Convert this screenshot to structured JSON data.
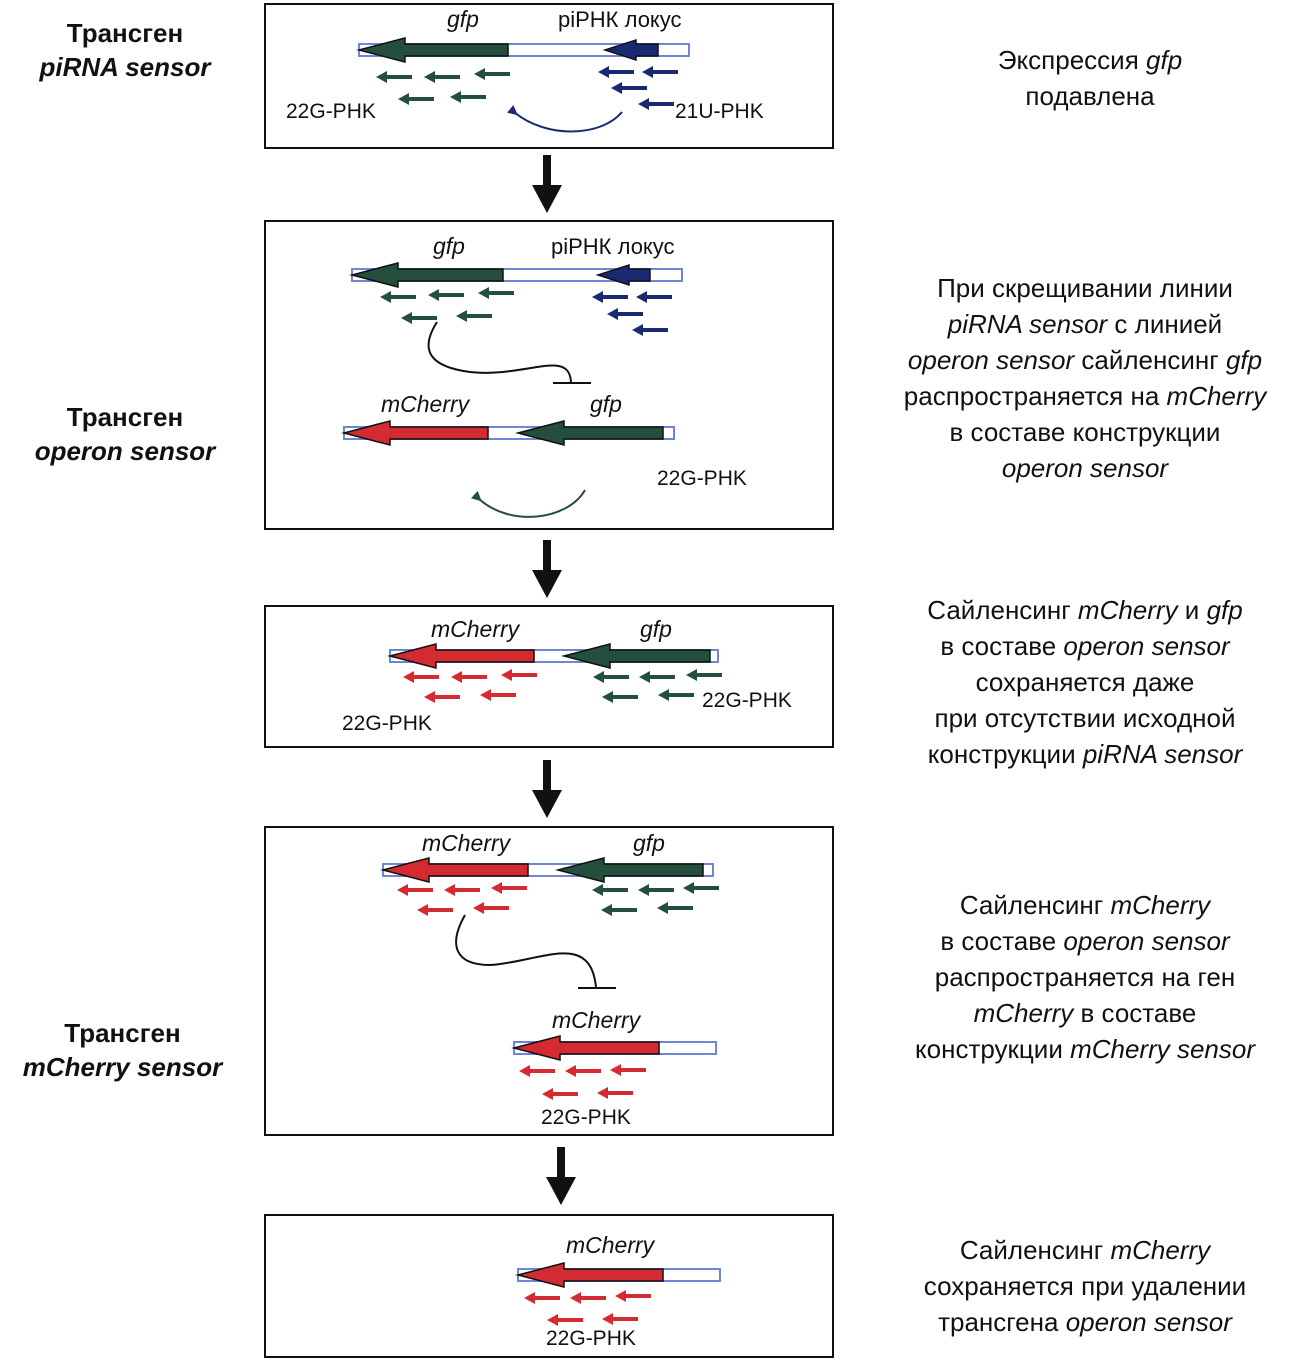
{
  "transgenes": {
    "pirna": {
      "line1": "Трансген",
      "line2": "piRNA sensor"
    },
    "operon": {
      "line1": "Трансген",
      "line2": "operon sensor"
    },
    "mcherry": {
      "line1": "Трансген",
      "line2": "mCherry sensor"
    }
  },
  "labels": {
    "gfp": "gfp",
    "pirna_locus": "piРНК локус",
    "mcherry": "mCherry",
    "rna_22g": "22G-PHK",
    "rna_21u": "21U-PHK"
  },
  "descriptions": {
    "d1": [
      [
        "Экспрессия ",
        "gfp"
      ],
      [
        "подавлена"
      ]
    ],
    "d2": [
      [
        "При скрещивании линии"
      ],
      [
        "",
        "piRNA sensor",
        " с линией"
      ],
      [
        "",
        "operon sensor",
        " сайленсинг ",
        "gfp"
      ],
      [
        "распространяется на ",
        "mCherry"
      ],
      [
        "в составе конструкции"
      ],
      [
        "",
        "operon sensor"
      ]
    ],
    "d3": [
      [
        "Сайленсинг ",
        "mCherry",
        " и ",
        "gfp"
      ],
      [
        "в составе ",
        "operon sensor"
      ],
      [
        "сохраняется даже"
      ],
      [
        "при отсутствии исходной"
      ],
      [
        "конструкции ",
        "piRNA sensor"
      ]
    ],
    "d4": [
      [
        "Сайленсинг ",
        "mCherry"
      ],
      [
        "в составе ",
        "operon sensor"
      ],
      [
        "распространяется на ген"
      ],
      [
        "",
        "mCherry",
        " в составе"
      ],
      [
        "конструкции ",
        "mCherry sensor"
      ]
    ],
    "d5": [
      [
        "Сайленсинг ",
        "mCherry"
      ],
      [
        "сохраняется при удалении"
      ],
      [
        "трансгена ",
        "operon sensor"
      ]
    ]
  },
  "colors": {
    "gfp_green": "#234f3c",
    "mcherry_red": "#d42b33",
    "pirna_navy": "#1a2a72",
    "construct_outline": "#6f86d6",
    "box_border": "#111111"
  }
}
